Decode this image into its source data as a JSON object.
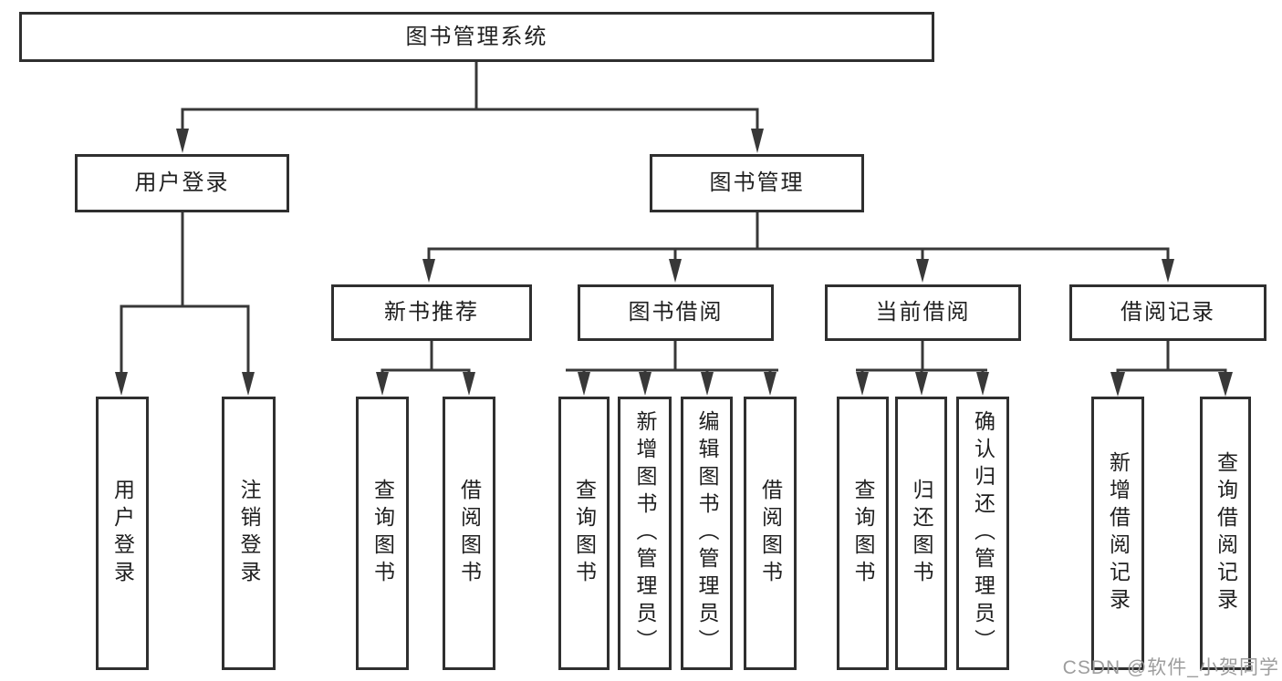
{
  "diagram": {
    "root": {
      "label": "图书管理系统",
      "children": [
        {
          "label": "用户登录",
          "children": [
            {
              "label": "用户登录"
            },
            {
              "label": "注销登录"
            }
          ]
        },
        {
          "label": "图书管理",
          "children": [
            {
              "label": "新书推荐",
              "children": [
                {
                  "label": "查询图书"
                },
                {
                  "label": "借阅图书"
                }
              ]
            },
            {
              "label": "图书借阅",
              "children": [
                {
                  "label": "查询图书"
                },
                {
                  "label": "新增图书（管理员）"
                },
                {
                  "label": "编辑图书（管理员）"
                },
                {
                  "label": "借阅图书"
                }
              ]
            },
            {
              "label": "当前借阅",
              "children": [
                {
                  "label": "查询图书"
                },
                {
                  "label": "归还图书"
                },
                {
                  "label": "确认归还（管理员）"
                }
              ]
            },
            {
              "label": "借阅记录",
              "children": [
                {
                  "label": "新增借阅记录"
                },
                {
                  "label": "查询借阅记录"
                }
              ]
            }
          ]
        }
      ]
    }
  },
  "watermark": "CSDN @软件_小贺同学",
  "colors": {
    "line": "#383838",
    "border": "#2f2f2f",
    "text": "#1f1f1f",
    "watermark": "#9d9d9d",
    "background": "#ffffff"
  }
}
